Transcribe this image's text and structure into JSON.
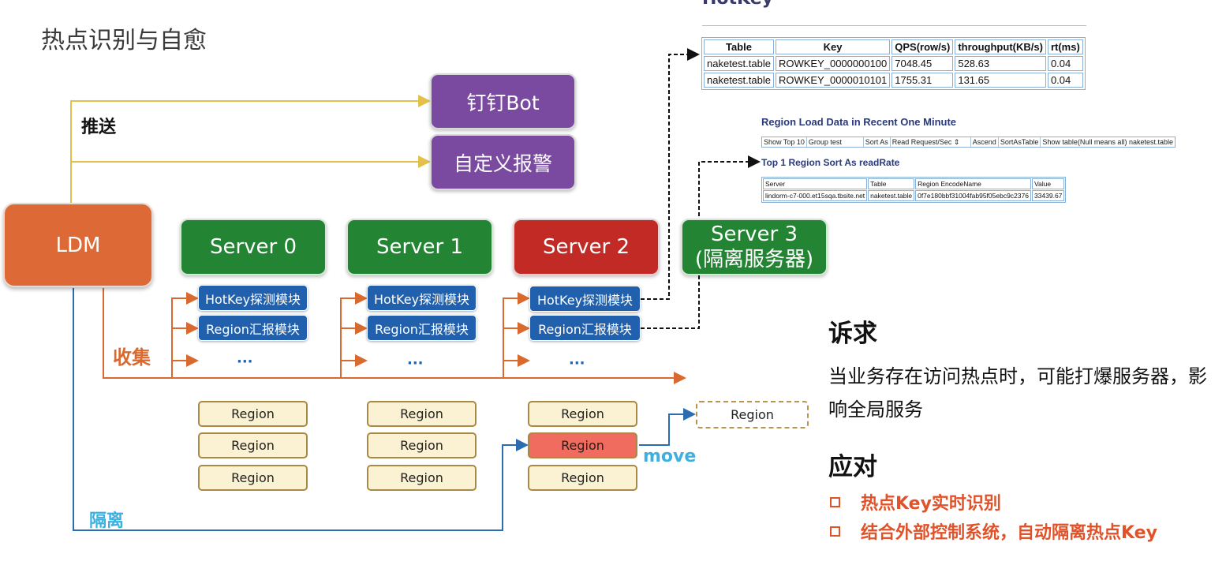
{
  "title": "热点识别与自愈",
  "labels": {
    "push": "推送",
    "collect": "收集",
    "isolate": "隔离",
    "move": "move"
  },
  "ldm": "LDM",
  "targets": {
    "dingtalk": "钉钉Bot",
    "alarm": "自定义报警"
  },
  "servers": [
    {
      "name": "Server 0",
      "status": "normal"
    },
    {
      "name": "Server 1",
      "status": "normal"
    },
    {
      "name": "Server 2",
      "status": "hot"
    }
  ],
  "server3": {
    "line1": "Server 3",
    "line2": "(隔离服务器)"
  },
  "modules": {
    "hotkey": "HotKey探测模块",
    "region_report": "Region汇报模块",
    "more": "···"
  },
  "region_label": "Region",
  "hotkey_panel": {
    "title": "HotKey",
    "headers": [
      "Table",
      "Key",
      "QPS(row/s)",
      "throughput(KB/s)",
      "rt(ms)"
    ],
    "rows": [
      [
        "naketest.table",
        "ROWKEY_0000000100",
        "7048.45",
        "528.63",
        "0.04"
      ],
      [
        "naketest.table",
        "ROWKEY_0000010101",
        "1755.31",
        "131.65",
        "0.04"
      ]
    ]
  },
  "region_panel": {
    "title": "Region Load Data in Recent One Minute",
    "controls": [
      "Show Top 10",
      "Group test",
      "Sort As",
      "Read Request/Sec ⇕",
      "Ascend",
      "SortAsTable",
      "Show table(Null means all) naketest.table"
    ],
    "subtitle": "Top 1 Region Sort As readRate",
    "headers": [
      "Server",
      "Table",
      "Region EncodeName",
      "Value"
    ],
    "rows": [
      [
        "lindorm-c7-000.et15sqa.tbsite.net",
        "naketest.table",
        "0f7e180bbf31004fab95f05ebc9c2376",
        "33439.67"
      ]
    ]
  },
  "side": {
    "req_title": "诉求",
    "req_text": "当业务存在访问热点时，可能打爆服务器，影响全局服务",
    "resp_title": "应对",
    "bullets": [
      "热点Key实时识别",
      "结合外部控制系统，自动隔离热点Key"
    ]
  },
  "colors": {
    "push_line": "#e3c04a",
    "collect_line": "#d9692f",
    "isolate_line": "#2b6db0",
    "hot_region": "#f06c5e"
  }
}
